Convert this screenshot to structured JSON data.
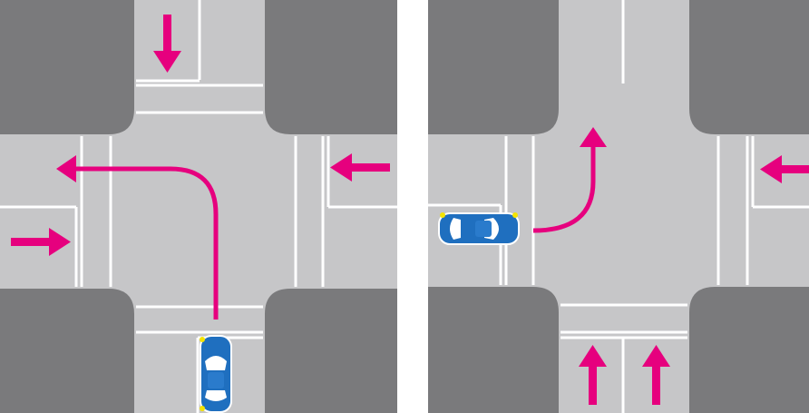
{
  "scenes": [
    {
      "id": "left",
      "description_labels": [],
      "path": "turn-left-from-bottom",
      "arrows": [
        "down",
        "left",
        "right"
      ]
    },
    {
      "id": "right",
      "description_labels": [],
      "path": "turn-left-from-left",
      "arrows": [
        "left",
        "up",
        "up"
      ]
    }
  ],
  "colors": {
    "road": "#c6c6c8",
    "block": "#7a7a7c",
    "lane_line": "#ffffff",
    "path": "#e6007e",
    "car_body": "#1f6fbf",
    "car_window": "#ffffff",
    "blinker": "#f5e400"
  },
  "icons": {
    "car": "car-topdown-icon",
    "arrow": "arrow-icon",
    "blinker": "turn-signal-icon"
  }
}
